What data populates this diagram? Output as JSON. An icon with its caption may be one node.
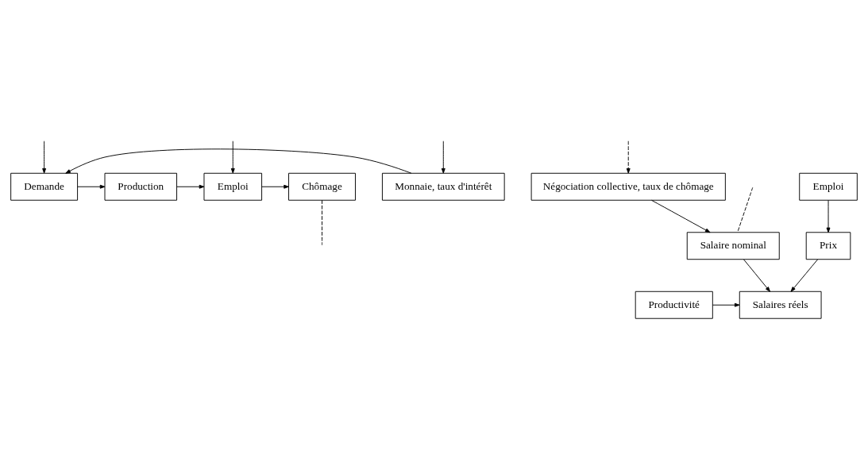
{
  "diagram": {
    "nodes": [
      {
        "text": [
          "Demande"
        ]
      },
      {
        "text": [
          "Production"
        ]
      },
      {
        "text": [
          "Emploi"
        ]
      },
      {
        "text": [
          "Chômage"
        ]
      },
      {
        "text": [
          "Monnaie, taux d'intérêt"
        ]
      },
      {
        "text": [
          "Productivité"
        ]
      },
      {
        "text": [
          "Salaires réels"
        ]
      },
      {
        "text": [
          "Salaire nominal"
        ]
      },
      {
        "text": [
          "Prix"
        ]
      },
      {
        "text": [
          "Négociation collective, taux de chômage"
        ]
      },
      {
        "text": [
          "Emploi"
        ]
      }
    ],
    "edges": [
      {
        "from": 0,
        "to": 1,
        "arrow": "to"
      },
      {
        "from": 1,
        "to": 2,
        "arrow": "to"
      },
      {
        "from": 2,
        "to": 3,
        "arrow": "to"
      },
      {
        "from": 4,
        "to": 0,
        "arrow": "to"
      },
      {
        "from": 3,
        "to": null,
        "arrow": "none",
        "style": "dashed"
      },
      {
        "from": null,
        "to": 0,
        "arrow": "to"
      },
      {
        "from": null,
        "to": 2,
        "arrow": "to"
      },
      {
        "from": 5,
        "to": 6,
        "arrow": "to"
      },
      {
        "from": 7,
        "to": 6,
        "arrow": "to"
      },
      {
        "from": 8,
        "to": 6,
        "arrow": "to"
      },
      {
        "from": null,
        "to": 7,
        "arrow": "none",
        "style": "dashed"
      },
      {
        "from": 9,
        "to": 7,
        "arrow": "to"
      },
      {
        "from": 10,
        "to": 8,
        "arrow": "to"
      },
      {
        "from": null,
        "to": 9,
        "arrow": "to",
        "style": "dashed"
      },
      {
        "from": null,
        "to": 4,
        "arrow": "to"
      }
    ]
  }
}
